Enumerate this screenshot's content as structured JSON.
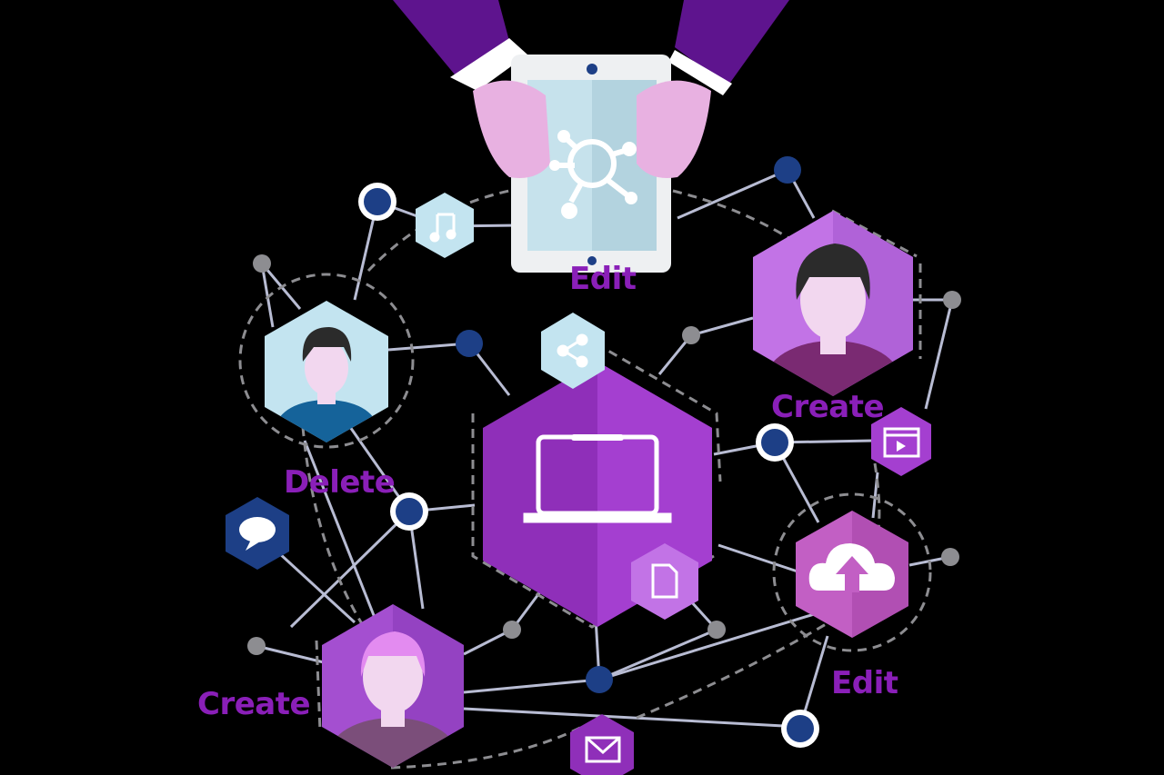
{
  "labels": {
    "edit_top": "Edit",
    "create_right": "Create",
    "delete_left": "Delete",
    "edit_bottom": "Edit",
    "create_bottom": "Create"
  },
  "colors": {
    "background": "#000000",
    "label": "#8a1fb8",
    "sleeve": "#5e148e",
    "hand": "#e8b1e1",
    "tablet_screen": "#c6e2ec",
    "laptop_hex": "#8f2fb9",
    "user_blue_hex": "#c3e4f0",
    "user_pink_hex": "#c273e6",
    "user_purple_hex": "#a44fd0",
    "cloud_hex": "#c25fc4",
    "node_navy": "#1d3f86",
    "node_gray": "#8d8d91",
    "line": "#b8bcd3"
  },
  "icons": [
    "music-icon",
    "share-icon",
    "video-icon",
    "document-icon",
    "chat-icon",
    "mail-icon",
    "cloud-upload-icon",
    "laptop-icon",
    "network-icon"
  ]
}
